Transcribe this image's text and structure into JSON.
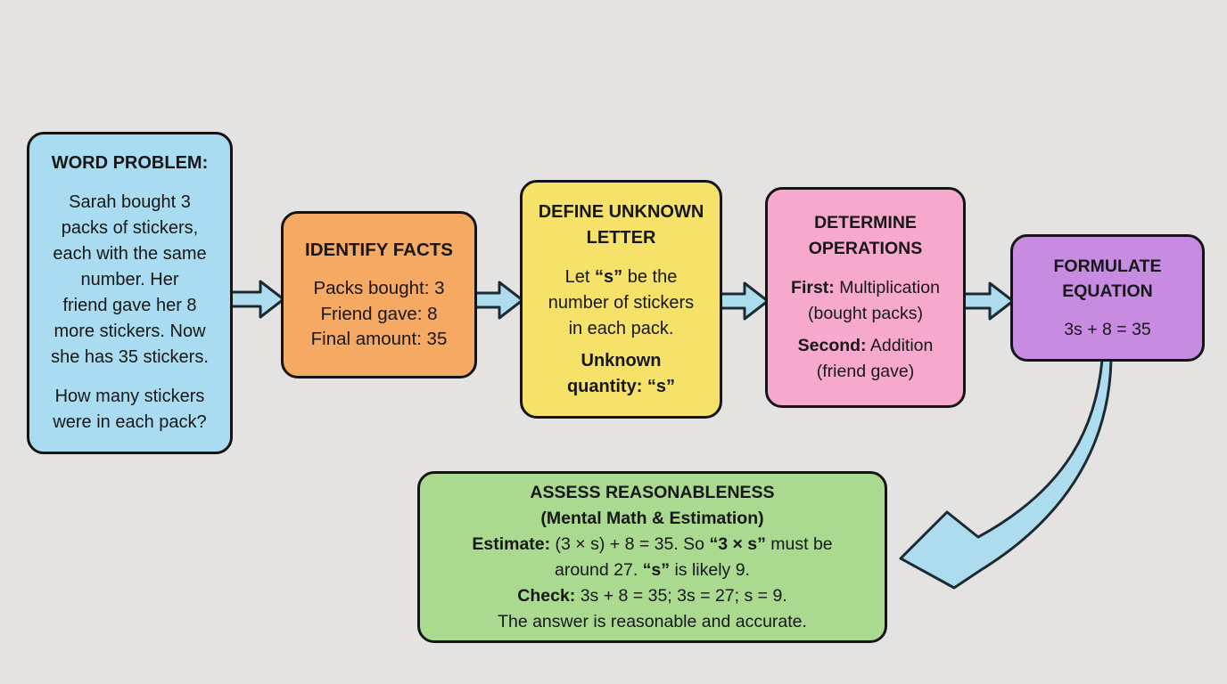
{
  "diagram": {
    "background_color": "#e4e3e1",
    "border_color": "#141414",
    "text_color": "#171717"
  },
  "arrows": {
    "fill": "#aedcef",
    "stroke": "#1c2b33",
    "names": [
      "arrow-word-problem-to-identify-facts",
      "arrow-identify-facts-to-define-unknown",
      "arrow-define-unknown-to-determine-operations",
      "arrow-determine-operations-to-formulate-equation",
      "curved-arrow-formulate-equation-to-assess-reasonableness"
    ]
  },
  "boxes": [
    {
      "name": "word-problem",
      "fill": "#a9dcf0",
      "title": "WORD PROBLEM:",
      "lines": [
        {
          "cls": "title",
          "seg": [
            [
              "WORD PROBLEM:",
              1
            ]
          ]
        },
        {
          "cls": "body",
          "gap": 1,
          "seg": [
            [
              "Sarah bought 3",
              0
            ]
          ]
        },
        {
          "cls": "body",
          "seg": [
            [
              "packs of stickers,",
              0
            ]
          ]
        },
        {
          "cls": "body",
          "seg": [
            [
              "each with the same",
              0
            ]
          ]
        },
        {
          "cls": "body",
          "seg": [
            [
              "number. Her",
              0
            ]
          ]
        },
        {
          "cls": "body",
          "seg": [
            [
              "friend gave her 8",
              0
            ]
          ]
        },
        {
          "cls": "body",
          "seg": [
            [
              "more stickers. Now",
              0
            ]
          ]
        },
        {
          "cls": "body",
          "seg": [
            [
              "she has 35 stickers.",
              0
            ]
          ]
        },
        {
          "cls": "body",
          "gap": 1,
          "seg": [
            [
              "How many stickers",
              0
            ]
          ]
        },
        {
          "cls": "body",
          "seg": [
            [
              "were in each pack?",
              0
            ]
          ]
        }
      ]
    },
    {
      "name": "identify-facts",
      "fill": "#f6a963",
      "title": "IDENTIFY FACTS",
      "lines": [
        {
          "cls": "title",
          "seg": [
            [
              "IDENTIFY FACTS",
              1
            ]
          ]
        },
        {
          "cls": "body",
          "gap": 1,
          "seg": [
            [
              "Packs bought: 3",
              0
            ]
          ]
        },
        {
          "cls": "body",
          "seg": [
            [
              "Friend gave: 8",
              0
            ]
          ]
        },
        {
          "cls": "body",
          "seg": [
            [
              "Final amount: 35",
              0
            ]
          ]
        }
      ]
    },
    {
      "name": "define-unknown-letter",
      "fill": "#f6e269",
      "title": "DEFINE UNKNOWN LETTER",
      "lines": [
        {
          "cls": "title",
          "seg": [
            [
              "DEFINE UNKNOWN",
              1
            ]
          ]
        },
        {
          "cls": "title",
          "seg": [
            [
              "LETTER",
              1
            ]
          ]
        },
        {
          "cls": "body",
          "gap": 1,
          "seg": [
            [
              "Let ",
              0
            ],
            [
              "“s”",
              1
            ],
            [
              " be the",
              0
            ]
          ]
        },
        {
          "cls": "body",
          "seg": [
            [
              "number of stickers",
              0
            ]
          ]
        },
        {
          "cls": "body",
          "seg": [
            [
              "in each pack.",
              0
            ]
          ]
        },
        {
          "cls": "body",
          "gap": 2,
          "seg": [
            [
              "Unknown",
              1
            ]
          ]
        },
        {
          "cls": "body",
          "seg": [
            [
              "quantity: “s”",
              1
            ]
          ]
        }
      ]
    },
    {
      "name": "determine-operations",
      "fill": "#f6a9cd",
      "title": "DETERMINE OPERATIONS",
      "lines": [
        {
          "cls": "title",
          "seg": [
            [
              "DETERMINE",
              1
            ]
          ]
        },
        {
          "cls": "title",
          "seg": [
            [
              "OPERATIONS",
              1
            ]
          ]
        },
        {
          "cls": "body",
          "gap": 1,
          "seg": [
            [
              "First:",
              1
            ],
            [
              " Multiplication",
              0
            ]
          ]
        },
        {
          "cls": "body",
          "seg": [
            [
              "(bought packs)",
              0
            ]
          ]
        },
        {
          "cls": "body",
          "gap": 2,
          "seg": [
            [
              "Second:",
              1
            ],
            [
              " Addition",
              0
            ]
          ]
        },
        {
          "cls": "body",
          "seg": [
            [
              "(friend gave)",
              0
            ]
          ]
        }
      ]
    },
    {
      "name": "formulate-equation",
      "fill": "#c78ce2",
      "title": "FORMULATE EQUATION",
      "lines": [
        {
          "cls": "title",
          "seg": [
            [
              "FORMULATE",
              1
            ]
          ]
        },
        {
          "cls": "title",
          "seg": [
            [
              "EQUATION",
              1
            ]
          ]
        },
        {
          "cls": "body",
          "gap": 1,
          "seg": [
            [
              "3s + 8 = 35",
              0
            ]
          ]
        }
      ]
    },
    {
      "name": "assess-reasonableness",
      "fill": "#a9da90",
      "title": "ASSESS REASONABLENESS (Mental Math & Estimation)",
      "lines": [
        {
          "cls": "title",
          "seg": [
            [
              "ASSESS REASONABLENESS",
              1
            ]
          ]
        },
        {
          "cls": "title",
          "seg": [
            [
              "(Mental Math & Estimation)",
              1
            ]
          ]
        },
        {
          "cls": "body",
          "seg": [
            [
              "Estimate:",
              1
            ],
            [
              " (3 × s) + 8 = 35. So ",
              0
            ],
            [
              "“3 × s”",
              1
            ],
            [
              " must be",
              0
            ]
          ]
        },
        {
          "cls": "body",
          "seg": [
            [
              "around 27. ",
              0
            ],
            [
              "“s”",
              1
            ],
            [
              " is likely 9.",
              0
            ]
          ]
        },
        {
          "cls": "body",
          "seg": [
            [
              "Check:",
              1
            ],
            [
              " 3s + 8 = 35; 3s = 27; s = 9.",
              0
            ]
          ]
        },
        {
          "cls": "body",
          "seg": [
            [
              "The answer is reasonable and accurate.",
              0
            ]
          ]
        }
      ]
    }
  ]
}
